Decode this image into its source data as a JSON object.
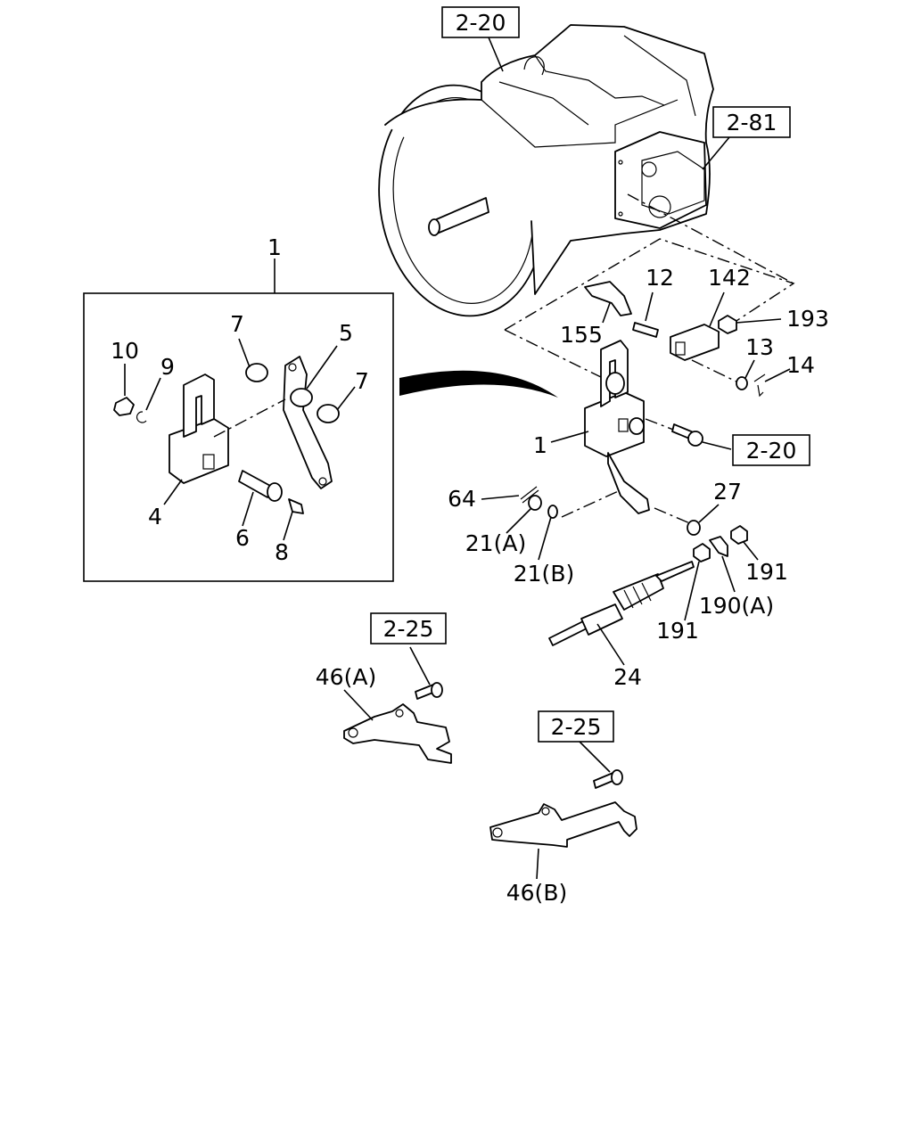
{
  "diagram": {
    "refs": {
      "r_220_top": "2-20",
      "r_281": "2-81",
      "r_220_mid": "2-20",
      "r_225_left": "2-25",
      "r_225_right": "2-25"
    },
    "callouts": {
      "c1_top": "1",
      "c10": "10",
      "c9": "9",
      "c7_left": "7",
      "c5": "5",
      "c7_right": "7",
      "c4": "4",
      "c6": "6",
      "c8": "8",
      "c12": "12",
      "c142": "142",
      "c193": "193",
      "c155": "155",
      "c13": "13",
      "c14": "14",
      "c1_mid": "1",
      "c64": "64",
      "c21a": "21(A)",
      "c21b": "21(B)",
      "c27": "27",
      "c191_right": "191",
      "c190a": "190(A)",
      "c191_mid": "191",
      "c24": "24",
      "c46a": "46(A)",
      "c46b": "46(B)"
    }
  }
}
